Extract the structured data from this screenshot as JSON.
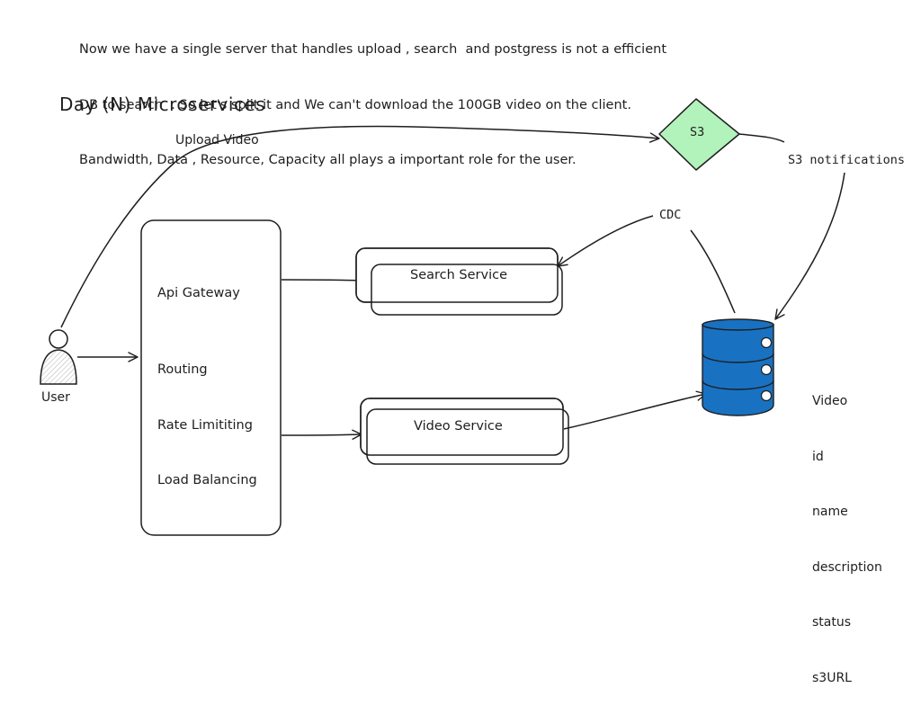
{
  "intro_lines": [
    "Now we have a single server that handles upload , search  and postgress is not a efficient",
    "DB to search  . So let's split it and We can't download the 100GB video on the client.",
    "Bandwidth, Data , Resource, Capacity all plays a important role for the user."
  ],
  "section_title": "Day (N) Microservices",
  "labels": {
    "upload_video": "Upload Video",
    "s3": "S3",
    "s3_notifications": "S3 notifications",
    "cdc": "CDC",
    "user": "User"
  },
  "api_gateway": {
    "title": "Api Gateway",
    "features": [
      "Routing",
      "Rate Limititing",
      "Load Balancing"
    ]
  },
  "services": {
    "search": "Search Service",
    "video": "Video Service"
  },
  "database": {
    "schema_title": "Video",
    "fields": [
      "id",
      "name",
      "description",
      "status",
      "s3URL"
    ]
  },
  "colors": {
    "s3_fill": "#b2f2bb",
    "s3_stroke": "#2f9e44",
    "db_fill": "#1971c2",
    "db_stroke": "#1e1e1e",
    "stroke": "#1e1e1e"
  }
}
